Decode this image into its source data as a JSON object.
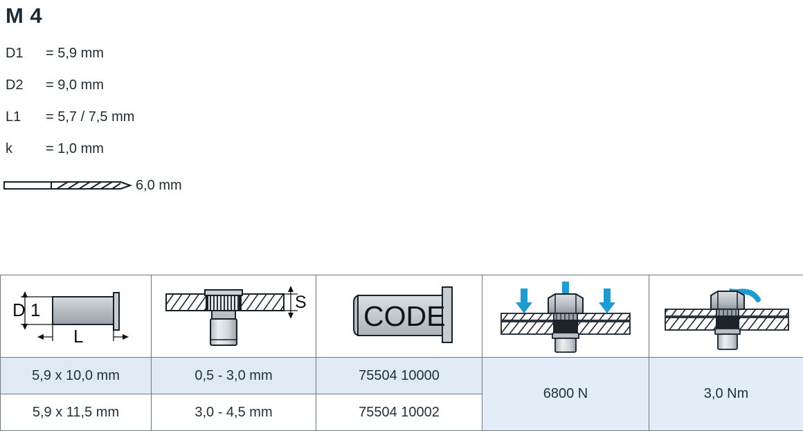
{
  "title": "M 4",
  "specs": [
    {
      "key": "D1",
      "value": "= 5,9 mm"
    },
    {
      "key": "D2",
      "value": "= 9,0 mm"
    },
    {
      "key": "L1",
      "value": "= 5,7 / 7,5 mm"
    },
    {
      "key": "k",
      "value": "= 1,0 mm"
    }
  ],
  "drill": {
    "icon": "drill-bit-icon",
    "label": "6,0 mm"
  },
  "table": {
    "headers": [
      {
        "icon": "rivet-nut-dimensions-icon",
        "labels": {
          "d1": "D 1",
          "l": "L"
        }
      },
      {
        "icon": "grip-range-section-icon",
        "labels": {
          "s": "S"
        }
      },
      {
        "icon": "part-code-icon",
        "labels": {
          "code": "CODE"
        }
      },
      {
        "icon": "tensile-load-icon",
        "labels": {}
      },
      {
        "icon": "torque-icon",
        "labels": {}
      }
    ],
    "rows": [
      {
        "size": "5,9 x 10,0 mm",
        "grip": "0,5 - 3,0 mm",
        "code": "75504 10000"
      },
      {
        "size": "5,9 x 11,5 mm",
        "grip": "3,0 - 4,5 mm",
        "code": "75504 10002"
      }
    ],
    "merged": {
      "force": "6800 N",
      "torque": "3,0 Nm"
    }
  },
  "colors": {
    "arrow_blue": "#1f9bd0",
    "row_highlight": "#dfeaf5",
    "merged_cell": "#e2edf7",
    "border": "#6b7880",
    "text": "#22303a",
    "metal_light": "#e9eced",
    "metal_mid": "#bcc3c7",
    "metal_dark": "#7f878c"
  }
}
